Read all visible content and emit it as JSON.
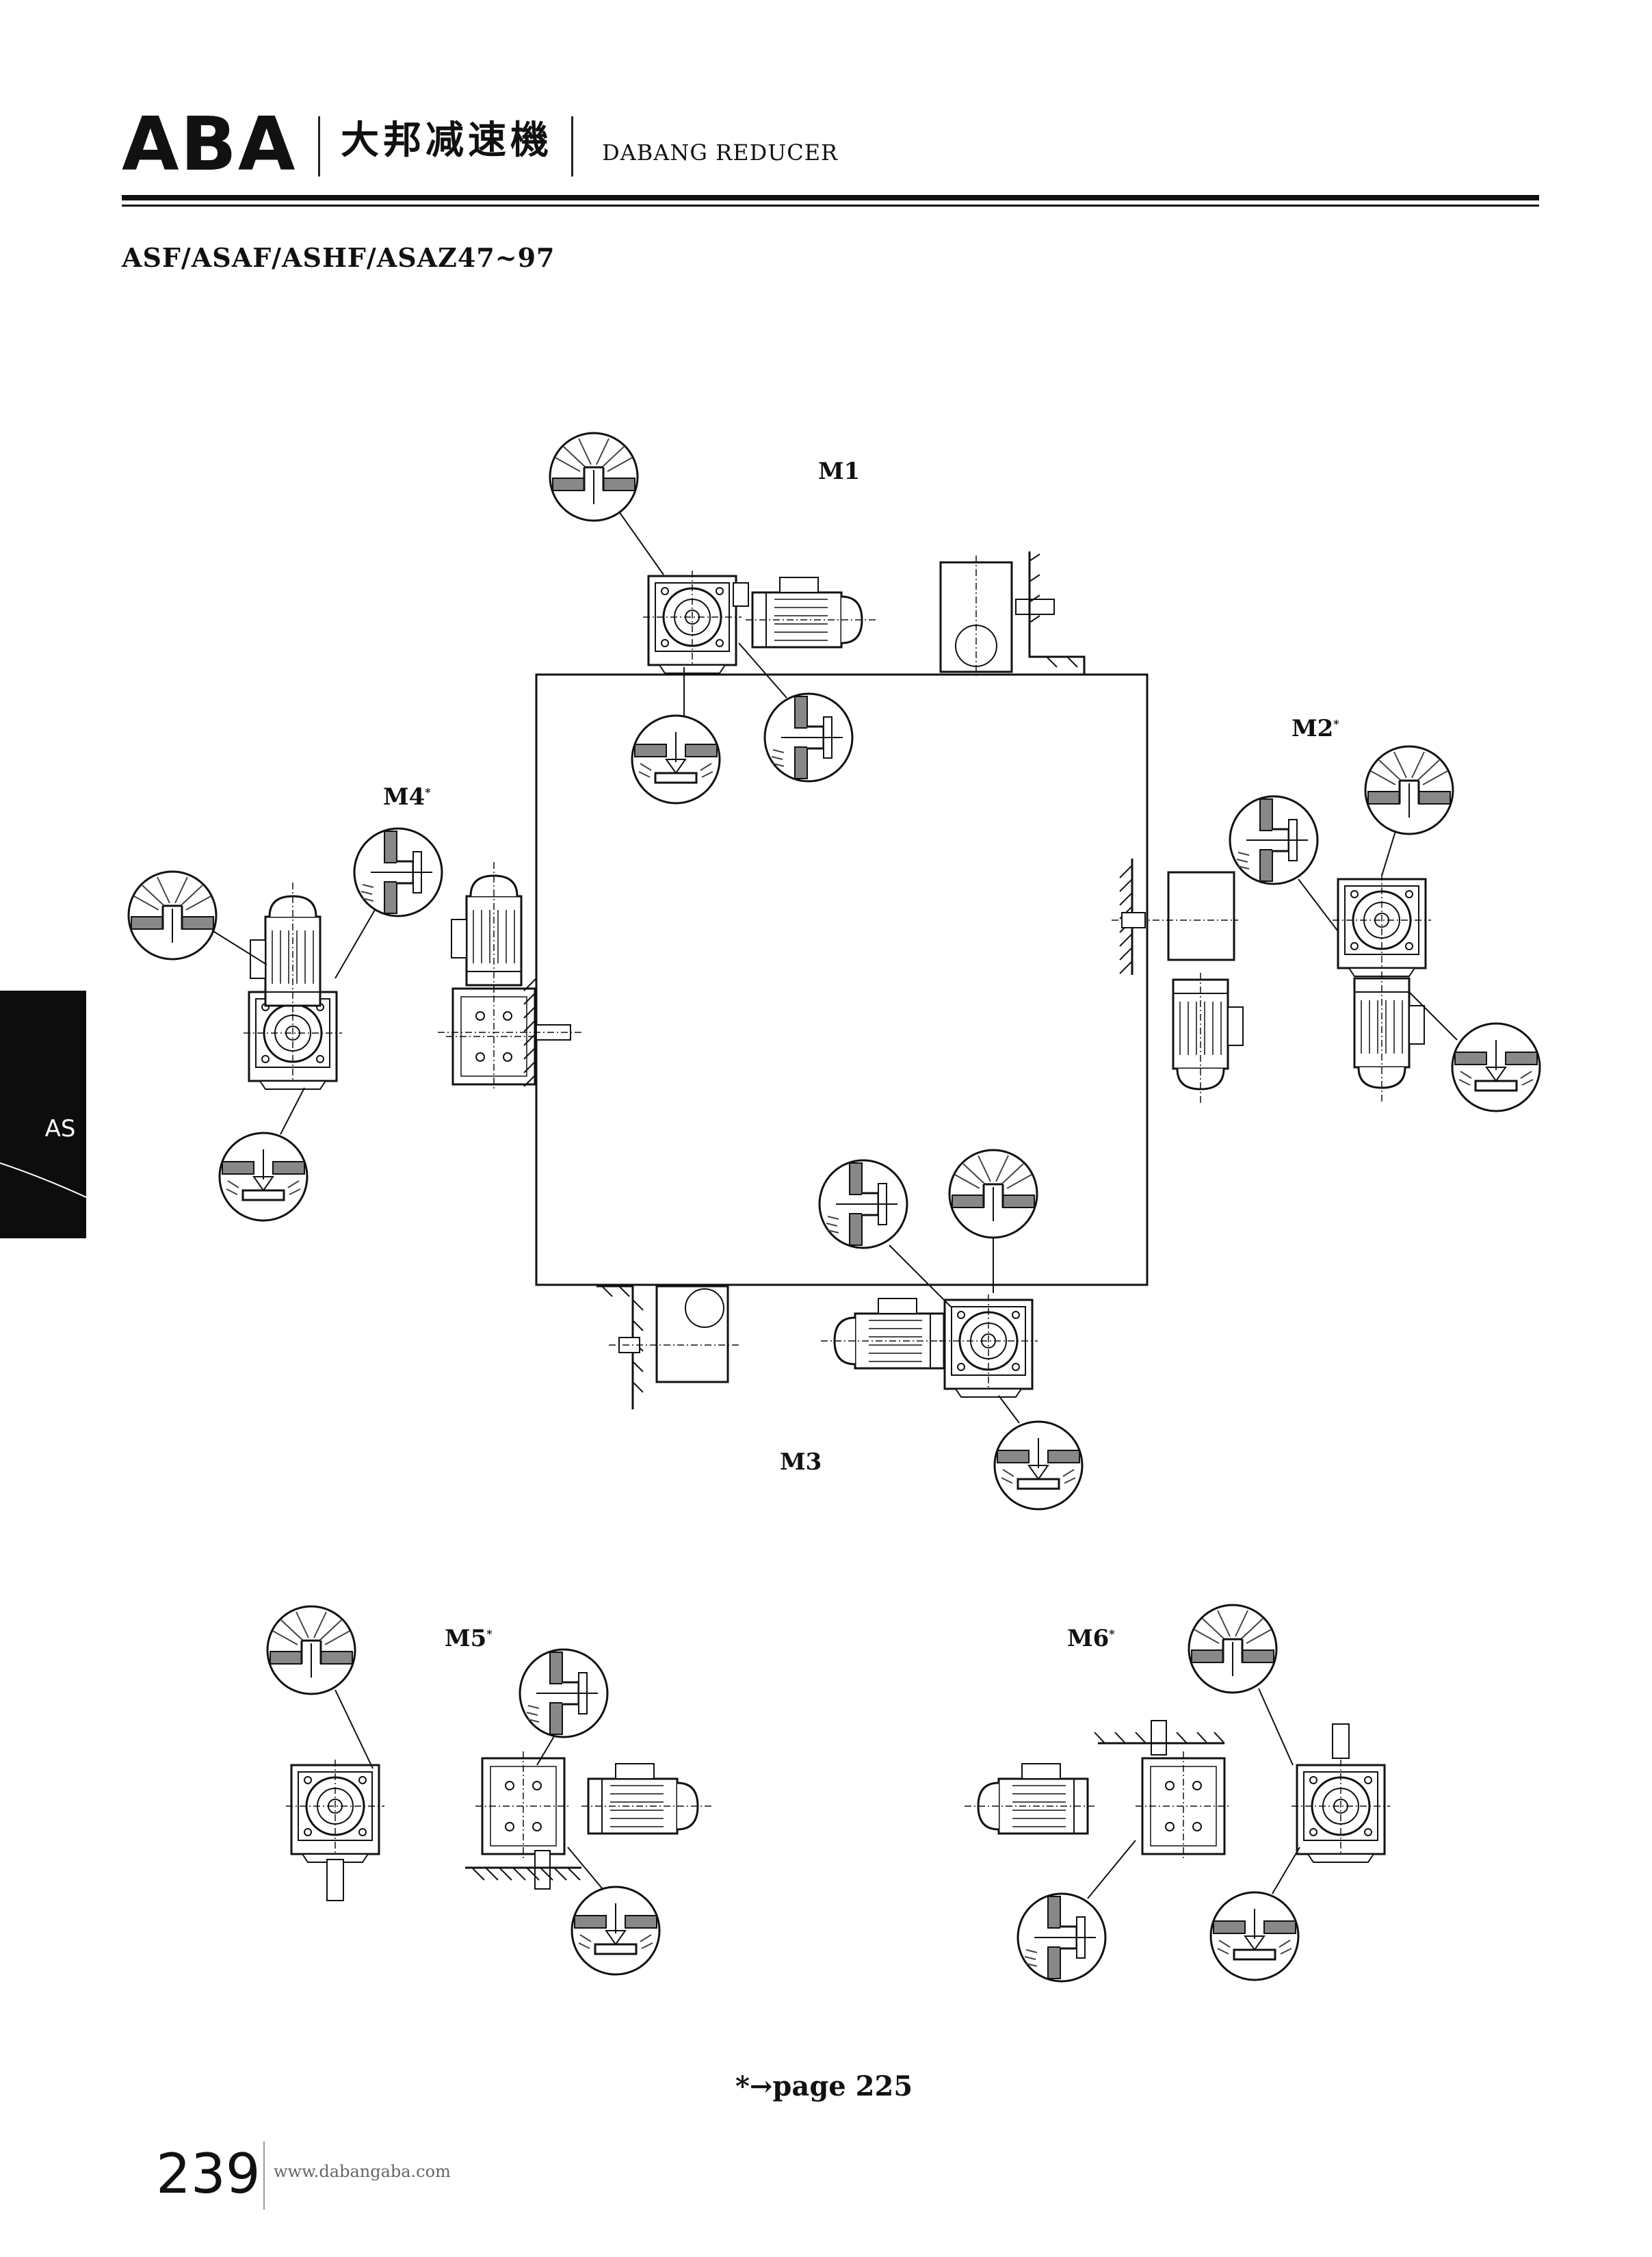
{
  "header": {
    "brand": "ABA",
    "brand_cn": "大邦减速機",
    "brand_en": "DABANG REDUCER"
  },
  "series_title": "ASF/ASAF/ASHF/ASAZ47~97",
  "side_tab": {
    "label": "AS"
  },
  "positions": {
    "m1": "M1",
    "m2": "M2",
    "m3": "M3",
    "m4": "M4",
    "m5": "M5",
    "m6": "M6",
    "footnote_mark": "*"
  },
  "note": "*→page 225",
  "footer": {
    "page_number": "239",
    "website": "www.dabangaba.com"
  }
}
